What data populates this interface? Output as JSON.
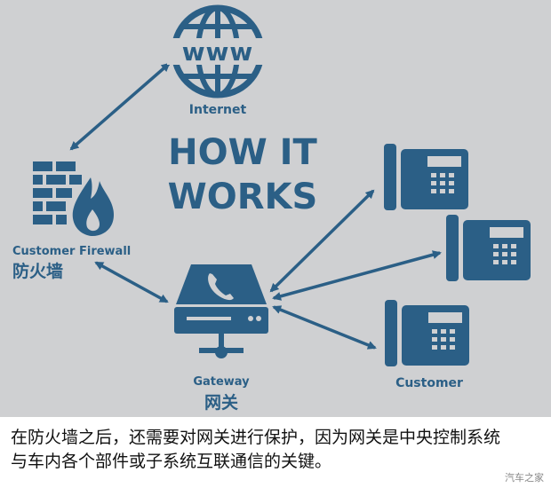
{
  "title": "HOW IT WORKS",
  "title_lines": [
    "HOW IT",
    "WORKS"
  ],
  "nodes": {
    "internet": {
      "icon_text": "www",
      "label": "Internet"
    },
    "firewall": {
      "label": "Customer Firewall",
      "label_cn": "防火墙"
    },
    "gateway": {
      "label": "Gateway",
      "label_cn": "网关"
    },
    "customer": {
      "label": "Customer"
    }
  },
  "connections": [
    {
      "from": "internet",
      "to": "firewall",
      "bidirectional": true
    },
    {
      "from": "firewall",
      "to": "gateway",
      "bidirectional": true
    },
    {
      "from": "gateway",
      "to": "phone-1",
      "bidirectional": true
    },
    {
      "from": "gateway",
      "to": "phone-2",
      "bidirectional": true
    },
    {
      "from": "gateway",
      "to": "phone-3",
      "bidirectional": true
    }
  ],
  "caption": "在防火墙之后，还需要对网关进行保护，因为网关是中央控制系统与车内各个部件或子系统互联通信的关键。",
  "watermark": "汽车之家",
  "colors": {
    "primary": "#2b5f86",
    "background": "#cfd0d2",
    "caption_bg": "#ffffff"
  }
}
